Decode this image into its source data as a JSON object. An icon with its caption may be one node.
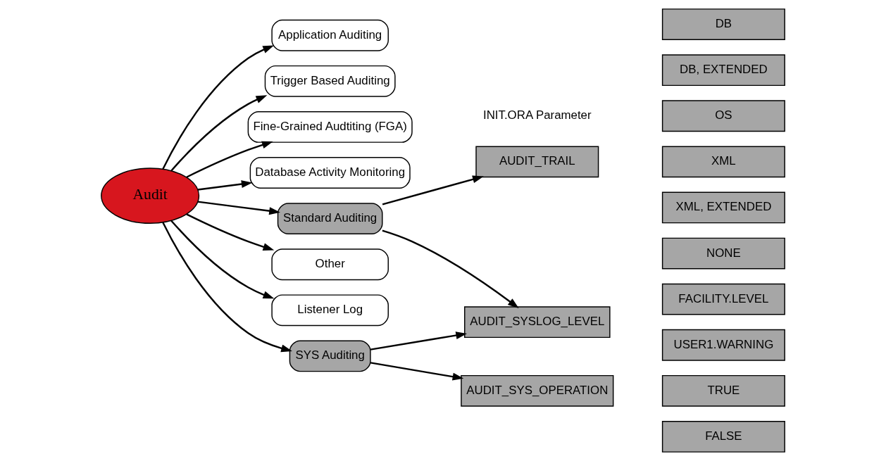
{
  "diagram": {
    "nodes": [
      {
        "text": [
          "Audit"
        ]
      },
      {
        "text": [
          "Application Auditing"
        ]
      },
      {
        "text": [
          "Trigger Based Auditing"
        ]
      },
      {
        "text": [
          "Fine-Grained Audtiting (FGA)"
        ]
      },
      {
        "text": [
          "Database Activity Monitoring"
        ]
      },
      {
        "text": [
          "Standard Auditing"
        ]
      },
      {
        "text": [
          "Other"
        ]
      },
      {
        "text": [
          "Listener Log"
        ]
      },
      {
        "text": [
          "SYS Auditing"
        ]
      },
      {
        "text": [
          "AUDIT_TRAIL"
        ]
      },
      {
        "text": [
          "AUDIT_SYSLOG_LEVEL"
        ]
      },
      {
        "text": [
          "AUDIT_SYS_OPERATION"
        ]
      },
      {
        "text": [
          "DB"
        ]
      },
      {
        "text": [
          "DB, EXTENDED"
        ]
      },
      {
        "text": [
          "OS"
        ]
      },
      {
        "text": [
          "XML"
        ]
      },
      {
        "text": [
          "XML, EXTENDED"
        ]
      },
      {
        "text": [
          "NONE"
        ]
      },
      {
        "text": [
          "FACILITY.LEVEL"
        ]
      },
      {
        "text": [
          "USER1.WARNING"
        ]
      },
      {
        "text": [
          "TRUE"
        ]
      },
      {
        "text": [
          "FALSE"
        ]
      }
    ],
    "edges": [
      {
        "from": 0,
        "to": 1,
        "arrow": "to"
      },
      {
        "from": 0,
        "to": 2,
        "arrow": "to"
      },
      {
        "from": 0,
        "to": 3,
        "arrow": "to"
      },
      {
        "from": 0,
        "to": 4,
        "arrow": "to"
      },
      {
        "from": 0,
        "to": 5,
        "arrow": "to"
      },
      {
        "from": 0,
        "to": 6,
        "arrow": "to"
      },
      {
        "from": 0,
        "to": 7,
        "arrow": "to"
      },
      {
        "from": 0,
        "to": 8,
        "arrow": "to"
      },
      {
        "from": 5,
        "to": 9,
        "arrow": "to"
      },
      {
        "from": 5,
        "to": 10,
        "arrow": "to"
      },
      {
        "from": 8,
        "to": 10,
        "arrow": "to"
      },
      {
        "from": 8,
        "to": 11,
        "arrow": "to"
      }
    ],
    "labels": [
      "INIT.ORA Parameter"
    ]
  }
}
